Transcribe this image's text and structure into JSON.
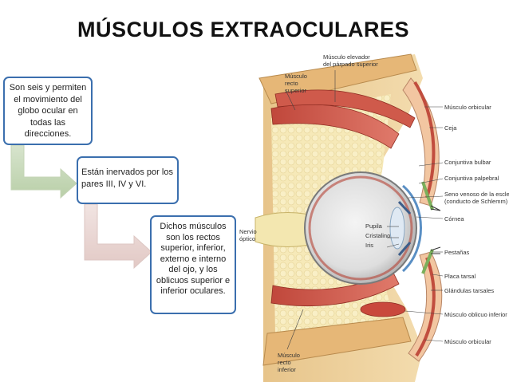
{
  "title": "MÚSCULOS EXTRAOCULARES",
  "boxes": {
    "box1": "Son seis y permiten el movimiento del globo ocular en todas las direcciones.",
    "box2": "Están inervados por los pares III, IV y VI.",
    "box3": "Dichos músculos son los rectos superior, inferior, externo e interno del ojo, y los oblicuos superior e inferior oculares."
  },
  "labels": {
    "elevador": [
      "Músculo elevador",
      "del párpado superior"
    ],
    "recto_superior": [
      "Músculo",
      "recto",
      "superior"
    ],
    "orbicular_top": "Músculo orbicular",
    "ceja": "Ceja",
    "conj_bulbar": "Conjuntiva bulbar",
    "conj_palpebral": "Conjuntiva palpebral",
    "seno": [
      "Seno venoso de la esclera",
      "(conducto de Schlemm)"
    ],
    "cornea": "Córnea",
    "pupila": "Pupila",
    "cristalino": "Cristalino",
    "iris": "Iris",
    "nervio": [
      "Nervio",
      "óptico"
    ],
    "pestanas": "Pestañas",
    "placa": "Placa tarsal",
    "glandulas": "Glándulas tarsales",
    "oblicuo": "Músculo oblicuo inferior",
    "orbicular_bottom": "Músculo orbicular",
    "recto_inferior": [
      "Músculo",
      "recto",
      "inferior"
    ]
  }
}
